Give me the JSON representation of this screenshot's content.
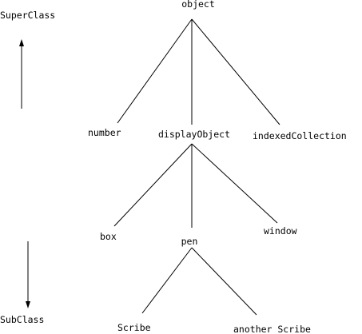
{
  "diagram": {
    "axis": {
      "top_label": "SuperClass",
      "bottom_label": "SubClass"
    },
    "nodes": {
      "object": "object",
      "number": "number",
      "displayObject": "displayObject",
      "indexedCollection": "indexedCollection",
      "box": "box",
      "pen": "pen",
      "window": "window",
      "scribe": "Scribe",
      "another_scribe": "another Scribe"
    },
    "edges": [
      [
        "object",
        "number"
      ],
      [
        "object",
        "displayObject"
      ],
      [
        "object",
        "indexedCollection"
      ],
      [
        "displayObject",
        "box"
      ],
      [
        "displayObject",
        "pen"
      ],
      [
        "displayObject",
        "window"
      ],
      [
        "pen",
        "scribe"
      ],
      [
        "pen",
        "another_scribe"
      ]
    ]
  }
}
